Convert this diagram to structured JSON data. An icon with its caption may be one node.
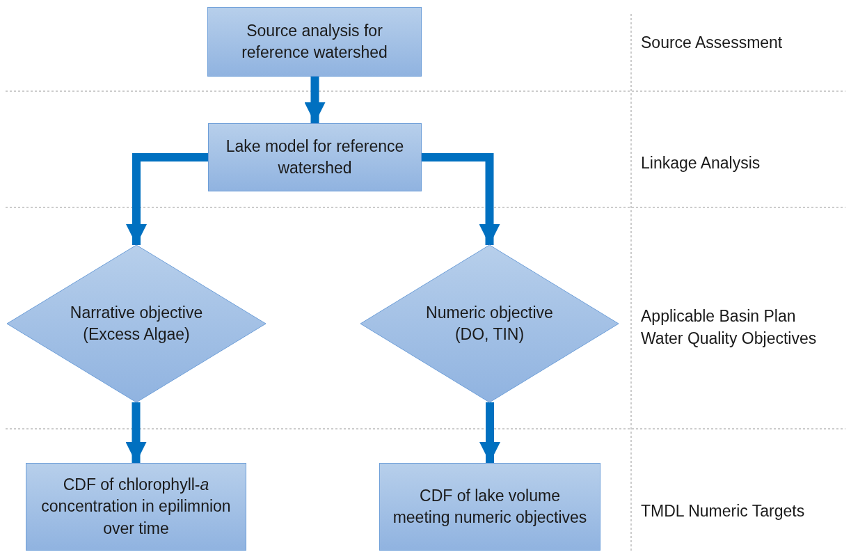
{
  "diagram": {
    "nodes": [
      {
        "text": [
          "Source analysis for reference watershed"
        ]
      },
      {
        "text": [
          "Lake model for reference watershed"
        ]
      },
      {
        "text": [
          "Narrative objective (Excess Algae)"
        ]
      },
      {
        "text": [
          "Numeric objective (DO, TIN)"
        ]
      },
      {
        "text": [
          "CDF of chlorophyll-*a* concentration in epilimnion over time"
        ]
      },
      {
        "text": [
          "CDF of lake volume meeting numeric objectives"
        ]
      }
    ],
    "edges": [
      {
        "from": 0,
        "to": 1,
        "arrow": "to"
      },
      {
        "from": 1,
        "to": 2,
        "arrow": "to"
      },
      {
        "from": 1,
        "to": 3,
        "arrow": "to"
      },
      {
        "from": 2,
        "to": 4,
        "arrow": "to"
      },
      {
        "from": 3,
        "to": 5,
        "arrow": "to"
      }
    ],
    "labels": [
      "Source Assessment",
      "Linkage Analysis",
      "Applicable Basin Plan Water Quality Objectives",
      "TMDL Numeric Targets"
    ]
  }
}
